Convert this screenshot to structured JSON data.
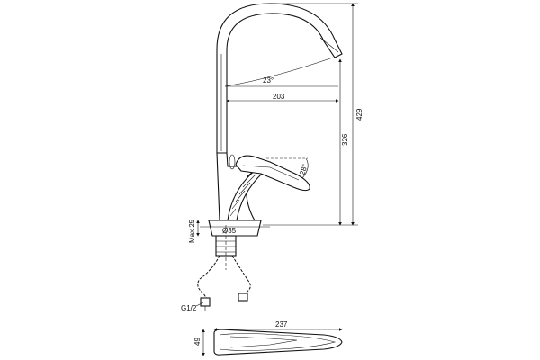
{
  "dimensions": {
    "spout_angle": "23°",
    "reach": "203",
    "lever_angle": "28°",
    "spout_height": "326",
    "total_height": "429",
    "max_thickness": "Max 25",
    "hole_diameter": "Ø35",
    "thread": "G1/2",
    "length": "237",
    "width": "49"
  }
}
